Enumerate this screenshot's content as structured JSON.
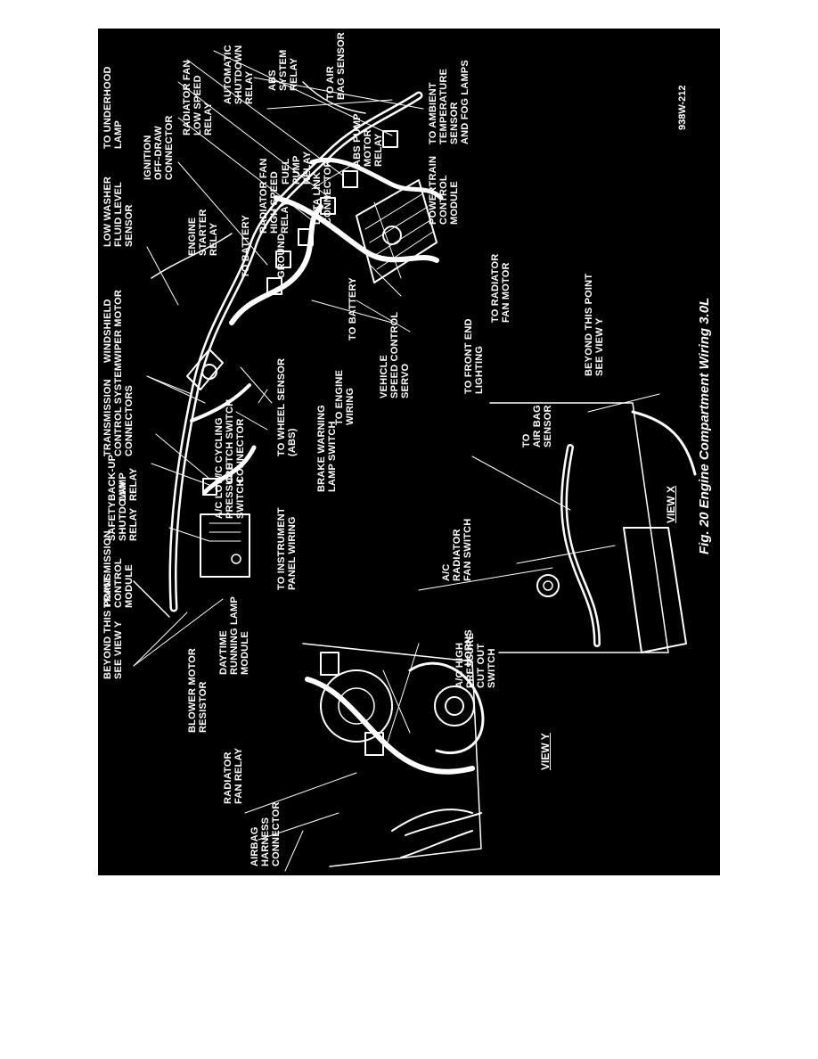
{
  "figure": {
    "ref_code": "938W-212",
    "caption": "Fig. 20 Engine Compartment Wiring 3.0L",
    "view_x": "VIEW X",
    "view_y": "VIEW Y"
  },
  "labels": {
    "to_underhood_lamp": "TO UNDERHOOD\nLAMP",
    "ignition_off_draw": "IGNITION\nOFF-DRAW\nCONNECTOR",
    "radiator_fan_low": "RADIATOR FAN\nLOW SPEED\nRELAY",
    "automatic_shutdown": "AUTOMATIC\nSHUTDOWN\nRELAY",
    "abs_system_relay": "ABS\nSYSTEM\nRELAY",
    "to_air_bag_sensor": "TO AIR\nBAG SENSOR",
    "abs_pump_motor": "ABS PUMP\nMOTOR\nRELAY",
    "fuel_pump_relay": "FUEL\nPUMP\nRELAY",
    "radiator_fan_high": "RADIATOR FAN\nHIGH SPEED\nRELAY",
    "data_link": "DATA LINK\nCONNECTOR",
    "low_washer": "LOW WASHER\nFLUID LEVEL\nSENSOR",
    "engine_starter": "ENGINE\nSTARTER\nRELAY",
    "to_battery_1": "TO BATTERY",
    "ground": "GROUND",
    "to_battery_2": "TO BATTERY",
    "to_ambient": "TO AMBIENT\nTEMPERATURE\nSENSOR\nAND FOG LAMPS",
    "powertrain": "POWERTRAIN\nCONTROL\nMODULE",
    "to_radiator_fan_motor": "TO RADIATOR\nFAN MOTOR",
    "windshield_wiper": "WINDSHIELD\nWIPER MOTOR",
    "vehicle_speed": "VEHICLE\nSPEED CONTROL\nSERVO",
    "to_front_end": "TO FRONT END\nLIGHTING",
    "beyond_this_point_x": "BEYOND THIS POINT\nSEE VIEW Y",
    "transmission_control_system": "TRANSMISSION\nCONTROL SYSTEM\nCONNECTORS",
    "ac_cycling": "A/C CYCLING\nCLUTCH SWITCH\nCONNECTOR",
    "to_wheel_sensor": "TO WHEEL SENSOR\n(ABS)",
    "to_engine_wiring": "TO ENGINE\nWIRING",
    "brake_warning": "BRAKE WARNING\nLAMP SWITCH",
    "to_air_bag_sensor_x": "TO\nAIR BAG\nSENSOR",
    "back_up_lamp": "BACK-UP\nLAMP\nRELAY",
    "ac_low_pressure": "A/C LOW\nPRESSURE\nSWITCH",
    "safety_shutdown": "SAFETY\nSHUTDOWN\nRELAY",
    "transmission_control_module": "TRANSMISSION\nCONTROL\nMODULE",
    "to_instrument_panel": "TO INSTRUMENT\nPANEL WIRING",
    "ac_radiator_fan_switch": "A/C\nRADIATOR\nFAN SWITCH",
    "beyond_this_point_y": "BEYOND THIS POINT\nSEE VIEW Y",
    "daytime_running": "DAYTIME\nRUNNING LAMP\nMODULE",
    "ac_high_pressure": "A/C HIGH\nPRESSURE\nCUT OUT\nSWITCH",
    "horns": "HORNS",
    "blower_motor": "BLOWER MOTOR\nRESISTOR",
    "radiator_fan_relay": "RADIATOR\nFAN RELAY",
    "airbag_harness": "AIRBAG\nHARNESS\nCONNECTOR"
  },
  "colors": {
    "background": "#000000",
    "ink": "#ffffff",
    "page": "#ffffff"
  }
}
